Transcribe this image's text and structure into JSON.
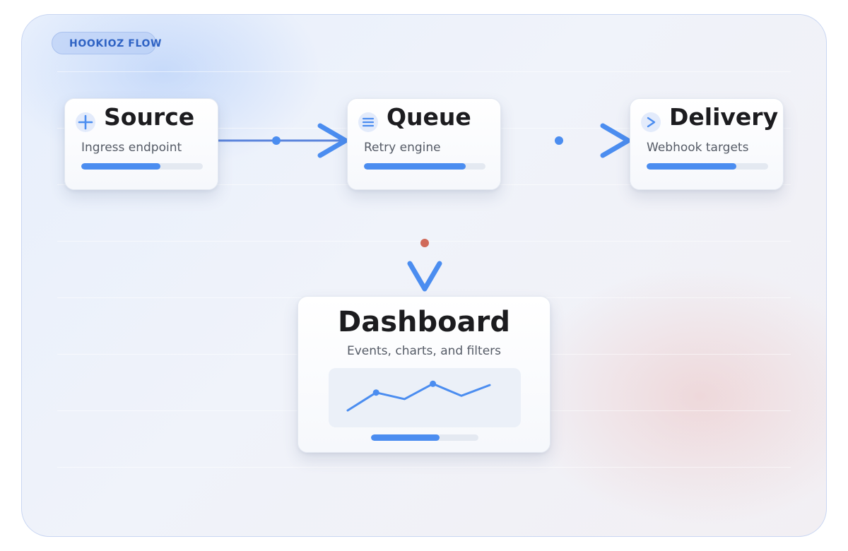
{
  "badge": {
    "label": "HOOKIOZ FLOW"
  },
  "nodes": {
    "source": {
      "title": "Source",
      "subtitle": "Ingress endpoint",
      "icon": "plus-icon",
      "progress": 0.65
    },
    "queue": {
      "title": "Queue",
      "subtitle": "Retry engine",
      "icon": "lines-icon",
      "progress": 0.84
    },
    "delivery": {
      "title": "Delivery",
      "subtitle": "Webhook targets",
      "icon": "chevron-right-icon",
      "progress": 0.74
    }
  },
  "dashboard": {
    "title": "Dashboard",
    "subtitle": "Events, charts, and filters",
    "progress": 0.64,
    "sparkline": [
      0.0,
      0.55,
      0.35,
      0.82,
      0.45,
      0.78
    ]
  },
  "colors": {
    "accent": "#4b8df0",
    "edge_blue": "#5b84dc",
    "edge_purple": "#8e70a8",
    "edge_node_red": "#d06a5a",
    "title_text": "#1c1c1f",
    "badge_text": "#2f63c4"
  }
}
